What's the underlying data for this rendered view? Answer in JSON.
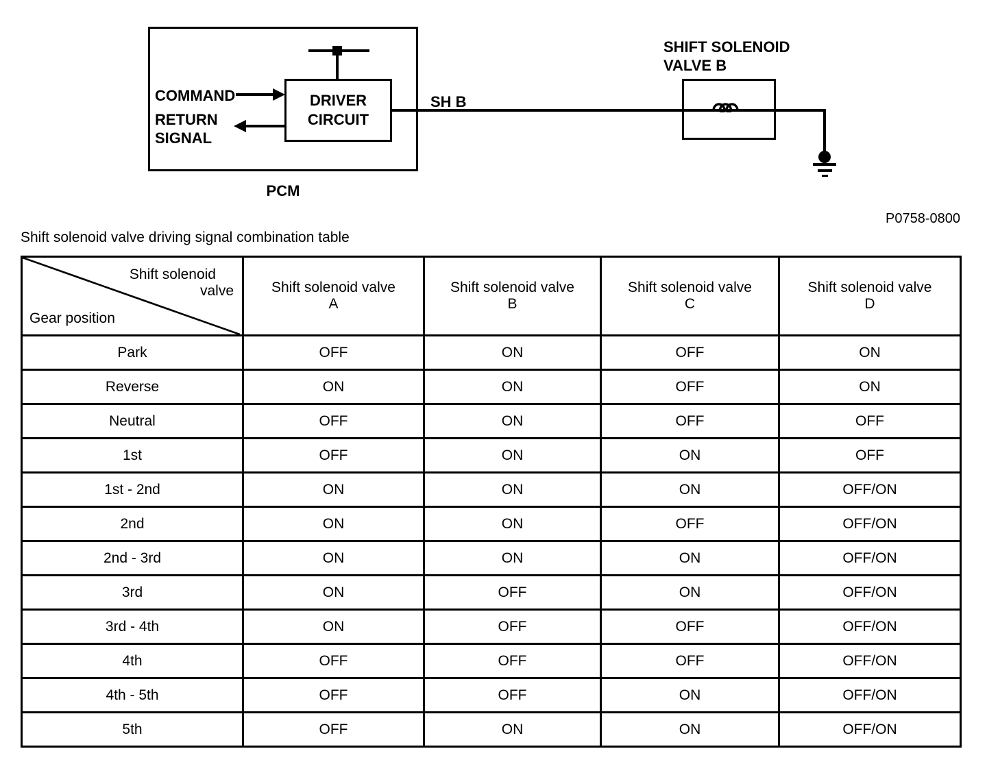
{
  "diagram": {
    "pcm_label": "PCM",
    "driver_circuit_line1": "DRIVER",
    "driver_circuit_line2": "CIRCUIT",
    "command_label": "COMMAND",
    "return_label_line1": "RETURN",
    "return_label_line2": "SIGNAL",
    "wire_label": "SH B",
    "solenoid_label_line1": "SHIFT SOLENOID",
    "solenoid_label_line2": "VALVE B",
    "figure_number": "P0758-0800"
  },
  "table": {
    "caption": "Shift solenoid valve driving signal combination table",
    "corner": {
      "top_line1": "Shift solenoid",
      "top_line2": "valve",
      "bottom": "Gear position"
    },
    "columns": [
      {
        "line1": "Shift solenoid valve",
        "letter": "A"
      },
      {
        "line1": "Shift solenoid valve",
        "letter": "B"
      },
      {
        "line1": "Shift solenoid valve",
        "letter": "C"
      },
      {
        "line1": "Shift solenoid valve",
        "letter": "D"
      }
    ],
    "rows": [
      {
        "gear": "Park",
        "values": [
          "OFF",
          "ON",
          "OFF",
          "ON"
        ]
      },
      {
        "gear": "Reverse",
        "values": [
          "ON",
          "ON",
          "OFF",
          "ON"
        ]
      },
      {
        "gear": "Neutral",
        "values": [
          "OFF",
          "ON",
          "OFF",
          "OFF"
        ]
      },
      {
        "gear": "1st",
        "values": [
          "OFF",
          "ON",
          "ON",
          "OFF"
        ]
      },
      {
        "gear": "1st - 2nd",
        "values": [
          "ON",
          "ON",
          "ON",
          "OFF/ON"
        ]
      },
      {
        "gear": "2nd",
        "values": [
          "ON",
          "ON",
          "OFF",
          "OFF/ON"
        ]
      },
      {
        "gear": "2nd - 3rd",
        "values": [
          "ON",
          "ON",
          "ON",
          "OFF/ON"
        ]
      },
      {
        "gear": "3rd",
        "values": [
          "ON",
          "OFF",
          "ON",
          "OFF/ON"
        ]
      },
      {
        "gear": "3rd - 4th",
        "values": [
          "ON",
          "OFF",
          "OFF",
          "OFF/ON"
        ]
      },
      {
        "gear": "4th",
        "values": [
          "OFF",
          "OFF",
          "OFF",
          "OFF/ON"
        ]
      },
      {
        "gear": "4th - 5th",
        "values": [
          "OFF",
          "OFF",
          "ON",
          "OFF/ON"
        ]
      },
      {
        "gear": "5th",
        "values": [
          "OFF",
          "ON",
          "ON",
          "OFF/ON"
        ]
      }
    ]
  },
  "colors": {
    "ink": "#000000",
    "background": "#ffffff"
  }
}
